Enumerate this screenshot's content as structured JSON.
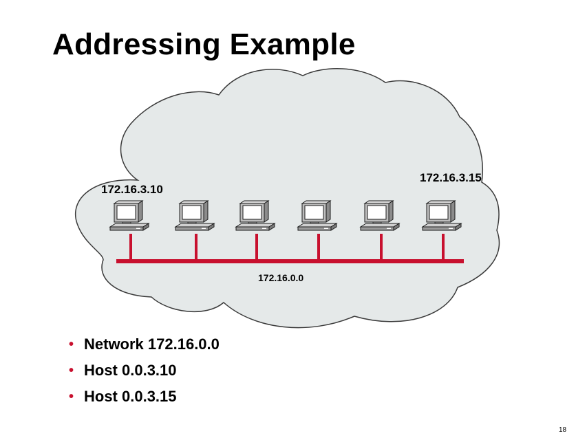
{
  "slide": {
    "title": "Addressing Example",
    "page_number": "18"
  },
  "diagram": {
    "cloud_color": "#e5e9e9",
    "cable_color": "#c8102e",
    "host_left_label": "172.16.3.10",
    "host_right_label": "172.16.3.15",
    "network_label": "172.16.0.0",
    "host_icon": "desktop-computer-icon"
  },
  "bullets": {
    "bullet_color": "#c8102e",
    "items": [
      "Network 172.16.0.0",
      "Host 0.0.3.10",
      "Host 0.0.3.15"
    ]
  }
}
